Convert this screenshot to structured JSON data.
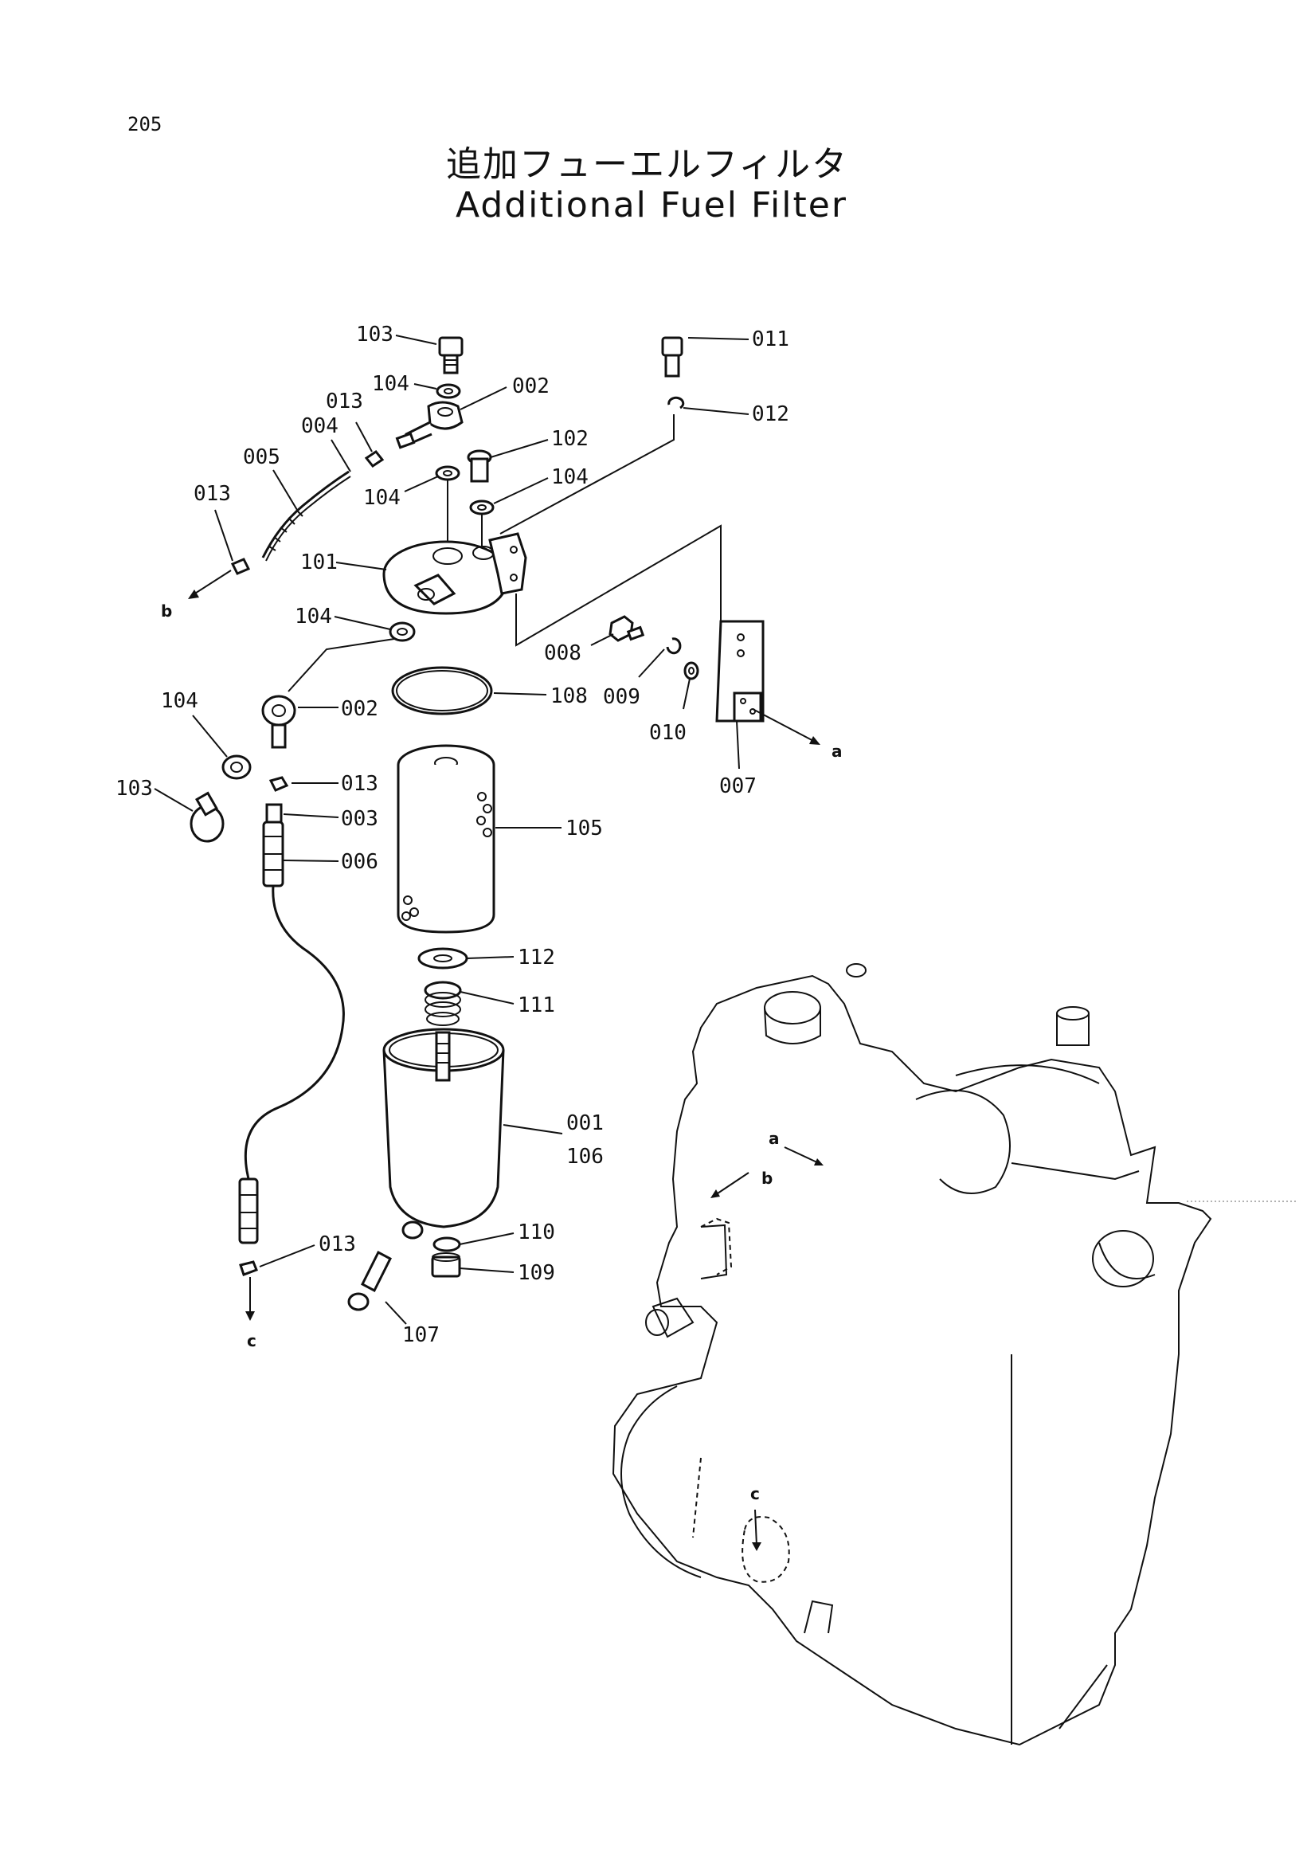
{
  "page_number": "205",
  "title_jp": "追加フューエルフィルタ",
  "title_en": "Additional Fuel Filter",
  "callouts": {
    "p103_top": "103",
    "p104_a": "104",
    "p002_top": "002",
    "p013_a": "013",
    "p004": "004",
    "p005": "005",
    "p013_b": "013",
    "p102": "102",
    "p104_b": "104",
    "p104_c": "104",
    "p101": "101",
    "p104_d": "104",
    "p011": "011",
    "p012": "012",
    "p008": "008",
    "p009": "009",
    "p010": "010",
    "p007": "007",
    "p108": "108",
    "p104_e": "104",
    "p002_low": "002",
    "p103_low": "103",
    "p013_c": "013",
    "p003": "003",
    "p006": "006",
    "p105": "105",
    "p112": "112",
    "p111": "111",
    "p001": "001",
    "p106": "106",
    "p110": "110",
    "p109": "109",
    "p107": "107",
    "p013_d": "013"
  },
  "refs": {
    "b_left": "b",
    "a_right": "a",
    "c_bottom": "c",
    "a_engine": "a",
    "b_engine": "b",
    "c_engine": "c"
  }
}
